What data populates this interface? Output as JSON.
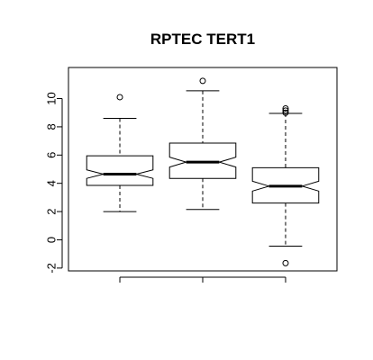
{
  "chart_data": {
    "type": "boxplot",
    "title": "RPTEC TERT1",
    "xlabel": "",
    "ylabel": "",
    "ylim": [
      -2.2,
      12.2
    ],
    "yticks": [
      -2,
      0,
      2,
      4,
      6,
      8,
      10
    ],
    "notched": true,
    "grid": false,
    "series": [
      {
        "whisker_low": 2.0,
        "q1": 3.85,
        "median": 4.65,
        "q3": 5.95,
        "whisker_high": 8.6,
        "notch_low": 4.35,
        "notch_high": 4.95,
        "outliers": [
          10.1
        ]
      },
      {
        "whisker_low": 2.15,
        "q1": 4.35,
        "median": 5.5,
        "q3": 6.85,
        "whisker_high": 10.55,
        "notch_low": 5.15,
        "notch_high": 5.85,
        "outliers": [
          11.25
        ]
      },
      {
        "whisker_low": -0.45,
        "q1": 2.6,
        "median": 3.8,
        "q3": 5.1,
        "whisker_high": 8.95,
        "notch_low": 3.45,
        "notch_high": 4.15,
        "outliers": [
          -1.65,
          9.0,
          9.15,
          9.3
        ]
      }
    ]
  }
}
